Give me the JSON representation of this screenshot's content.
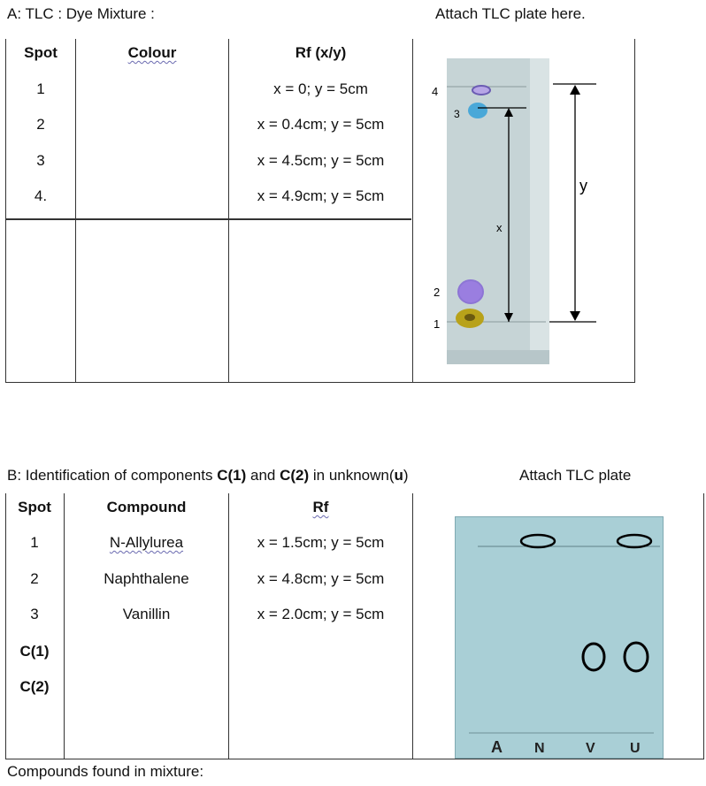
{
  "section_a": {
    "title": "A:  TLC : Dye Mixture :",
    "attach_label": "Attach TLC plate here.",
    "headers": {
      "spot": "Spot",
      "colour": "Colour",
      "rf": "Rf (x/y)"
    },
    "rows": [
      {
        "spot": "1",
        "rf": "x = 0; y = 5cm"
      },
      {
        "spot": "2",
        "rf": "x = 0.4cm; y = 5cm"
      },
      {
        "spot": "3",
        "rf": "x = 4.5cm; y = 5cm"
      },
      {
        "spot": "4.",
        "rf": "x = 4.9cm; y = 5cm"
      }
    ],
    "plate_labels": {
      "spot1": "1",
      "spot2": "2",
      "spot3": "3",
      "spot4": "4",
      "x": "x",
      "y": "y"
    },
    "spot_colors": {
      "spot1": "#b8a21a",
      "spot2": "#9a7ee0",
      "spot3": "#4aa8d8",
      "spot4": "#9b7fd6"
    }
  },
  "section_b": {
    "title_prefix": "B:  Identification of components ",
    "c1": "C(1)",
    "and": " and ",
    "c2": "C(2)",
    "in_unknown": " in unknown(",
    "u": "u",
    "close": ")",
    "attach_label": "Attach TLC plate",
    "headers": {
      "spot": "Spot",
      "compound": "Compound",
      "rf": "Rf"
    },
    "rows": [
      {
        "spot": "1",
        "compound": "N-Allylurea",
        "rf": "x = 1.5cm; y = 5cm"
      },
      {
        "spot": "2",
        "compound": "Naphthalene",
        "rf": "x = 4.8cm; y = 5cm"
      },
      {
        "spot": "3",
        "compound": "Vanillin",
        "rf": "x = 2.0cm; y = 5cm"
      },
      {
        "spot": "C(1)",
        "compound": "",
        "rf": ""
      },
      {
        "spot": "C(2)",
        "compound": "",
        "rf": ""
      }
    ],
    "plate_lane_labels": [
      "A",
      "N",
      "V",
      "U"
    ],
    "plate_color": "#a9cfd6",
    "footer": "Compounds found in mixture:"
  }
}
